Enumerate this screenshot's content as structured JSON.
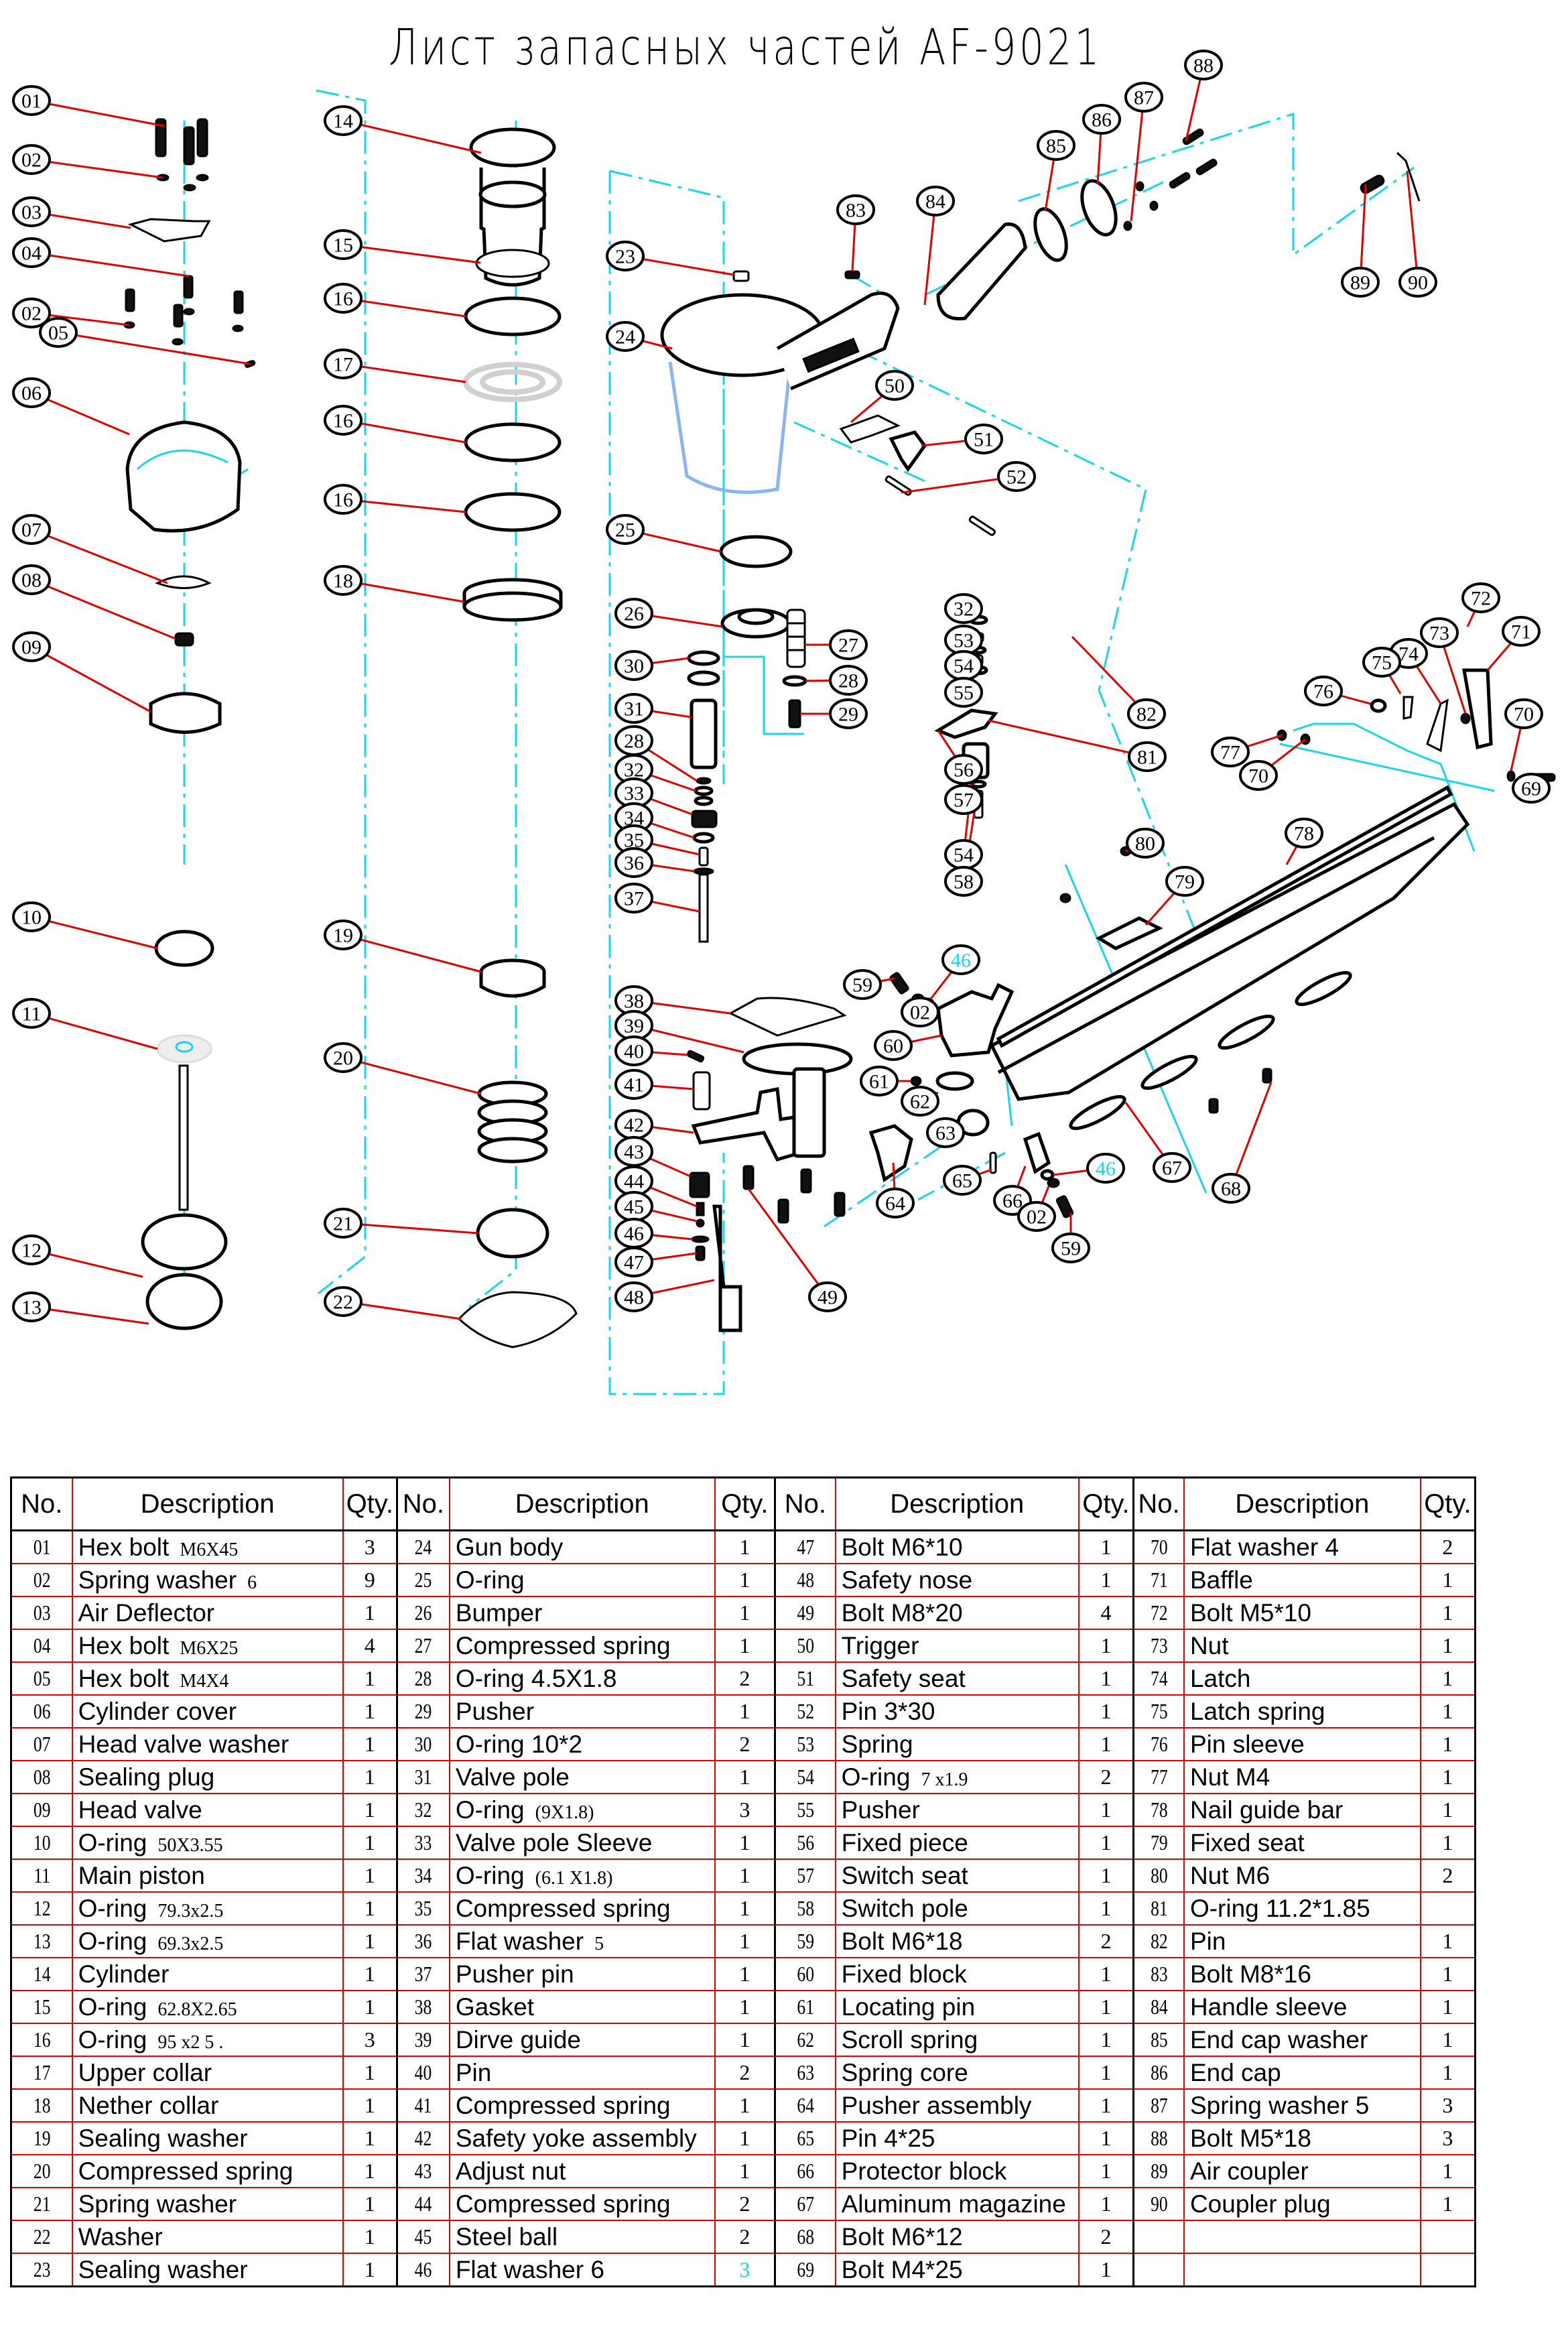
{
  "title": "Лист запасных частей AF-9021",
  "diagram": {
    "callouts": [
      {
        "id": "01",
        "label": "01"
      },
      {
        "id": "02a",
        "label": "02"
      },
      {
        "id": "03",
        "label": "03"
      },
      {
        "id": "04",
        "label": "04"
      },
      {
        "id": "02b",
        "label": "02"
      },
      {
        "id": "05",
        "label": "05"
      },
      {
        "id": "06",
        "label": "06"
      },
      {
        "id": "07",
        "label": "07"
      },
      {
        "id": "08",
        "label": "08"
      },
      {
        "id": "09",
        "label": "09"
      },
      {
        "id": "10",
        "label": "10"
      },
      {
        "id": "11",
        "label": "11"
      },
      {
        "id": "12",
        "label": "12"
      },
      {
        "id": "13",
        "label": "13"
      },
      {
        "id": "14",
        "label": "14"
      },
      {
        "id": "15",
        "label": "15"
      },
      {
        "id": "16a",
        "label": "16"
      },
      {
        "id": "17",
        "label": "17"
      },
      {
        "id": "16b",
        "label": "16"
      },
      {
        "id": "16c",
        "label": "16"
      },
      {
        "id": "18",
        "label": "18"
      },
      {
        "id": "19",
        "label": "19"
      },
      {
        "id": "20",
        "label": "20"
      },
      {
        "id": "21",
        "label": "21"
      },
      {
        "id": "22",
        "label": "22"
      },
      {
        "id": "23",
        "label": "23"
      },
      {
        "id": "24",
        "label": "24"
      },
      {
        "id": "25",
        "label": "25"
      },
      {
        "id": "26",
        "label": "26"
      },
      {
        "id": "27",
        "label": "27"
      },
      {
        "id": "28a",
        "label": "28"
      },
      {
        "id": "29",
        "label": "29"
      },
      {
        "id": "30",
        "label": "30"
      },
      {
        "id": "31",
        "label": "31"
      },
      {
        "id": "28b",
        "label": "28"
      },
      {
        "id": "32a",
        "label": "32"
      },
      {
        "id": "33",
        "label": "33"
      },
      {
        "id": "34",
        "label": "34"
      },
      {
        "id": "35",
        "label": "35"
      },
      {
        "id": "36",
        "label": "36"
      },
      {
        "id": "37",
        "label": "37"
      },
      {
        "id": "38",
        "label": "38"
      },
      {
        "id": "39",
        "label": "39"
      },
      {
        "id": "40",
        "label": "40"
      },
      {
        "id": "41",
        "label": "41"
      },
      {
        "id": "42",
        "label": "42"
      },
      {
        "id": "43",
        "label": "43"
      },
      {
        "id": "44",
        "label": "44"
      },
      {
        "id": "45",
        "label": "45"
      },
      {
        "id": "46a",
        "label": "46"
      },
      {
        "id": "47",
        "label": "47"
      },
      {
        "id": "48",
        "label": "48"
      },
      {
        "id": "49",
        "label": "49"
      },
      {
        "id": "50",
        "label": "50"
      },
      {
        "id": "51",
        "label": "51"
      },
      {
        "id": "52",
        "label": "52"
      },
      {
        "id": "32b",
        "label": "32"
      },
      {
        "id": "53",
        "label": "53"
      },
      {
        "id": "54a",
        "label": "54"
      },
      {
        "id": "55",
        "label": "55"
      },
      {
        "id": "56",
        "label": "56"
      },
      {
        "id": "57",
        "label": "57"
      },
      {
        "id": "54b",
        "label": "54"
      },
      {
        "id": "58",
        "label": "58"
      },
      {
        "id": "59a",
        "label": "59"
      },
      {
        "id": "46b",
        "label": "46",
        "cyan": true
      },
      {
        "id": "02c",
        "label": "02"
      },
      {
        "id": "60",
        "label": "60"
      },
      {
        "id": "61",
        "label": "61"
      },
      {
        "id": "62",
        "label": "62"
      },
      {
        "id": "63",
        "label": "63"
      },
      {
        "id": "64",
        "label": "64"
      },
      {
        "id": "65",
        "label": "65"
      },
      {
        "id": "66",
        "label": "66"
      },
      {
        "id": "46c",
        "label": "46",
        "cyan": true
      },
      {
        "id": "02d",
        "label": "02"
      },
      {
        "id": "59b",
        "label": "59"
      },
      {
        "id": "67",
        "label": "67"
      },
      {
        "id": "68",
        "label": "68"
      },
      {
        "id": "69",
        "label": "69"
      },
      {
        "id": "70a",
        "label": "70"
      },
      {
        "id": "70b",
        "label": "70"
      },
      {
        "id": "71",
        "label": "71"
      },
      {
        "id": "72",
        "label": "72"
      },
      {
        "id": "73",
        "label": "73"
      },
      {
        "id": "74",
        "label": "74"
      },
      {
        "id": "75",
        "label": "75"
      },
      {
        "id": "76",
        "label": "76"
      },
      {
        "id": "77",
        "label": "77"
      },
      {
        "id": "78",
        "label": "78"
      },
      {
        "id": "79",
        "label": "79"
      },
      {
        "id": "80",
        "label": "80"
      },
      {
        "id": "81",
        "label": "81"
      },
      {
        "id": "82",
        "label": "82"
      },
      {
        "id": "83",
        "label": "83"
      },
      {
        "id": "84",
        "label": "84"
      },
      {
        "id": "85",
        "label": "85"
      },
      {
        "id": "86",
        "label": "86"
      },
      {
        "id": "87",
        "label": "87"
      },
      {
        "id": "88",
        "label": "88"
      },
      {
        "id": "89",
        "label": "89"
      },
      {
        "id": "90",
        "label": "90"
      }
    ]
  },
  "table": {
    "headers": {
      "no": "No.",
      "description": "Description",
      "qty": "Qty."
    },
    "groups": [
      [
        {
          "no": "01",
          "desc": "Hex bolt",
          "spec": "M6X45",
          "qty": "3"
        },
        {
          "no": "02",
          "desc": "Spring washer",
          "spec": "6",
          "qty": "9"
        },
        {
          "no": "03",
          "desc": "Air Deflector",
          "spec": "",
          "qty": "1"
        },
        {
          "no": "04",
          "desc": "Hex bolt",
          "spec": "M6X25",
          "qty": "4"
        },
        {
          "no": "05",
          "desc": "Hex bolt",
          "spec": "M4X4",
          "qty": "1"
        },
        {
          "no": "06",
          "desc": "Cylinder cover",
          "spec": "",
          "qty": "1"
        },
        {
          "no": "07",
          "desc": "Head valve washer",
          "spec": "",
          "qty": "1"
        },
        {
          "no": "08",
          "desc": "Sealing plug",
          "spec": "",
          "qty": "1"
        },
        {
          "no": "09",
          "desc": "Head valve",
          "spec": "",
          "qty": "1"
        },
        {
          "no": "10",
          "desc": "O-ring",
          "spec": "50X3.55",
          "qty": "1"
        },
        {
          "no": "11",
          "desc": "Main piston",
          "spec": "",
          "qty": "1"
        },
        {
          "no": "12",
          "desc": "O-ring",
          "spec": "79.3x2.5",
          "qty": "1"
        },
        {
          "no": "13",
          "desc": "O-ring",
          "spec": "69.3x2.5",
          "qty": "1"
        },
        {
          "no": "14",
          "desc": "Cylinder",
          "spec": "",
          "qty": "1"
        },
        {
          "no": "15",
          "desc": "O-ring",
          "spec": "62.8X2.65",
          "qty": "1"
        },
        {
          "no": "16",
          "desc": "O-ring",
          "spec": "95 x2 5   .",
          "qty": "3"
        },
        {
          "no": "17",
          "desc": "Upper collar",
          "spec": "",
          "qty": "1"
        },
        {
          "no": "18",
          "desc": "Nether collar",
          "spec": "",
          "qty": "1"
        },
        {
          "no": "19",
          "desc": "Sealing washer",
          "spec": "",
          "qty": "1"
        },
        {
          "no": "20",
          "desc": "Compressed spring",
          "spec": "",
          "qty": "1"
        },
        {
          "no": "21",
          "desc": "Spring washer",
          "spec": "",
          "qty": "1"
        },
        {
          "no": "22",
          "desc": "Washer",
          "spec": "",
          "qty": "1"
        },
        {
          "no": "23",
          "desc": "Sealing washer",
          "spec": "",
          "qty": "1"
        }
      ],
      [
        {
          "no": "24",
          "desc": "Gun body",
          "spec": "",
          "qty": "1"
        },
        {
          "no": "25",
          "desc": "O-ring",
          "spec": "",
          "qty": "1"
        },
        {
          "no": "26",
          "desc": "Bumper",
          "spec": "",
          "qty": "1"
        },
        {
          "no": "27",
          "desc": "Compressed spring",
          "spec": "",
          "qty": "1"
        },
        {
          "no": "28",
          "desc": "O-ring  4.5X1.8",
          "spec": "",
          "qty": "2"
        },
        {
          "no": "29",
          "desc": "Pusher",
          "spec": "",
          "qty": "1"
        },
        {
          "no": "30",
          "desc": "O-ring  10*2",
          "spec": "",
          "qty": "2"
        },
        {
          "no": "31",
          "desc": "Valve pole",
          "spec": "",
          "qty": "1"
        },
        {
          "no": "32",
          "desc": "O-ring",
          "spec": "(9X1.8)",
          "qty": "3"
        },
        {
          "no": "33",
          "desc": "Valve pole Sleeve",
          "spec": "",
          "qty": "1"
        },
        {
          "no": "34",
          "desc": "O-ring",
          "spec": "(6.1 X1.8)",
          "qty": "1"
        },
        {
          "no": "35",
          "desc": "Compressed spring",
          "spec": "",
          "qty": "1"
        },
        {
          "no": "36",
          "desc": "Flat washer",
          "spec": "5",
          "qty": "1"
        },
        {
          "no": "37",
          "desc": "Pusher pin",
          "spec": "",
          "qty": "1"
        },
        {
          "no": "38",
          "desc": "Gasket",
          "spec": "",
          "qty": "1"
        },
        {
          "no": "39",
          "desc": "Dirve guide",
          "spec": "",
          "qty": "1"
        },
        {
          "no": "40",
          "desc": "Pin",
          "spec": "",
          "qty": "2"
        },
        {
          "no": "41",
          "desc": "Compressed spring",
          "spec": "",
          "qty": "1"
        },
        {
          "no": "42",
          "desc": "Safety yoke assembly",
          "spec": "",
          "qty": "1"
        },
        {
          "no": "43",
          "desc": "Adjust nut",
          "spec": "",
          "qty": "1"
        },
        {
          "no": "44",
          "desc": "Compressed spring",
          "spec": "",
          "qty": "2"
        },
        {
          "no": "45",
          "desc": "Steel ball",
          "spec": "",
          "qty": "2"
        },
        {
          "no": "46",
          "desc": "Flat washer 6",
          "spec": "",
          "qty": "3",
          "qty_color": "cyan"
        }
      ],
      [
        {
          "no": "47",
          "desc": "Bolt M6*10",
          "spec": "",
          "qty": "1"
        },
        {
          "no": "48",
          "desc": "Safety nose",
          "spec": "",
          "qty": "1"
        },
        {
          "no": "49",
          "desc": "Bolt M8*20",
          "spec": "",
          "qty": "4"
        },
        {
          "no": "50",
          "desc": "Trigger",
          "spec": "",
          "qty": "1"
        },
        {
          "no": "51",
          "desc": "Safety seat",
          "spec": "",
          "qty": "1"
        },
        {
          "no": "52",
          "desc": "Pin 3*30",
          "spec": "",
          "qty": "1"
        },
        {
          "no": "53",
          "desc": "Spring",
          "spec": "",
          "qty": "1"
        },
        {
          "no": "54",
          "desc": "O-ring",
          "spec": "7 x1.9",
          "qty": "2"
        },
        {
          "no": "55",
          "desc": "Pusher",
          "spec": "",
          "qty": "1"
        },
        {
          "no": "56",
          "desc": "Fixed piece",
          "spec": "",
          "qty": "1"
        },
        {
          "no": "57",
          "desc": "Switch seat",
          "spec": "",
          "qty": "1"
        },
        {
          "no": "58",
          "desc": "Switch pole",
          "spec": "",
          "qty": "1"
        },
        {
          "no": "59",
          "desc": "Bolt M6*18",
          "spec": "",
          "qty": "2"
        },
        {
          "no": "60",
          "desc": "Fixed block",
          "spec": "",
          "qty": "1"
        },
        {
          "no": "61",
          "desc": "Locating pin",
          "spec": "",
          "qty": "1"
        },
        {
          "no": "62",
          "desc": "Scroll spring",
          "spec": "",
          "qty": "1"
        },
        {
          "no": "63",
          "desc": "Spring core",
          "spec": "",
          "qty": "1"
        },
        {
          "no": "64",
          "desc": "Pusher assembly",
          "spec": "",
          "qty": "1"
        },
        {
          "no": "65",
          "desc": "Pin 4*25",
          "spec": "",
          "qty": "1"
        },
        {
          "no": "66",
          "desc": "Protector block",
          "spec": "",
          "qty": "1"
        },
        {
          "no": "67",
          "desc": "Aluminum magazine",
          "spec": "",
          "qty": "1"
        },
        {
          "no": "68",
          "desc": "Bolt M6*12",
          "spec": "",
          "qty": "2"
        },
        {
          "no": "69",
          "desc": "Bolt M4*25",
          "spec": "",
          "qty": "1"
        }
      ],
      [
        {
          "no": "70",
          "desc": "Flat washer 4",
          "spec": "",
          "qty": "2"
        },
        {
          "no": "71",
          "desc": "Baffle",
          "spec": "",
          "qty": "1"
        },
        {
          "no": "72",
          "desc": "Bolt M5*10",
          "spec": "",
          "qty": "1"
        },
        {
          "no": "73",
          "desc": "Nut",
          "spec": "",
          "qty": "1"
        },
        {
          "no": "74",
          "desc": "Latch",
          "spec": "",
          "qty": "1"
        },
        {
          "no": "75",
          "desc": "Latch spring",
          "spec": "",
          "qty": "1"
        },
        {
          "no": "76",
          "desc": "Pin sleeve",
          "spec": "",
          "qty": "1"
        },
        {
          "no": "77",
          "desc": "Nut M4",
          "spec": "",
          "qty": "1"
        },
        {
          "no": "78",
          "desc": "Nail guide bar",
          "spec": "",
          "qty": "1"
        },
        {
          "no": "79",
          "desc": "Fixed seat",
          "spec": "",
          "qty": "1"
        },
        {
          "no": "80",
          "desc": "Nut M6",
          "spec": "",
          "qty": "2"
        },
        {
          "no": "81",
          "desc": "O-ring 11.2*1.85",
          "spec": "",
          "qty": ""
        },
        {
          "no": "82",
          "desc": "Pin",
          "spec": "",
          "qty": "1"
        },
        {
          "no": "83",
          "desc": "Bolt M8*16",
          "spec": "",
          "qty": "1"
        },
        {
          "no": "84",
          "desc": "Handle sleeve",
          "spec": "",
          "qty": "1"
        },
        {
          "no": "85",
          "desc": "End cap washer",
          "spec": "",
          "qty": "1"
        },
        {
          "no": "86",
          "desc": "End cap",
          "spec": "",
          "qty": "1"
        },
        {
          "no": "87",
          "desc": "Spring washer 5",
          "spec": "",
          "qty": "3"
        },
        {
          "no": "88",
          "desc": "Bolt M5*18",
          "spec": "",
          "qty": "3"
        },
        {
          "no": "89",
          "desc": "Air coupler",
          "spec": "",
          "qty": "1"
        },
        {
          "no": "90",
          "desc": "Coupler plug",
          "spec": "",
          "qty": "1"
        },
        {
          "no": "",
          "desc": "",
          "spec": "",
          "qty": ""
        },
        {
          "no": "",
          "desc": "",
          "spec": "",
          "qty": ""
        }
      ]
    ]
  },
  "colors": {
    "leader": "#e00000",
    "axis": "#19d7e6",
    "grid": "#e00000",
    "border": "#000000"
  }
}
